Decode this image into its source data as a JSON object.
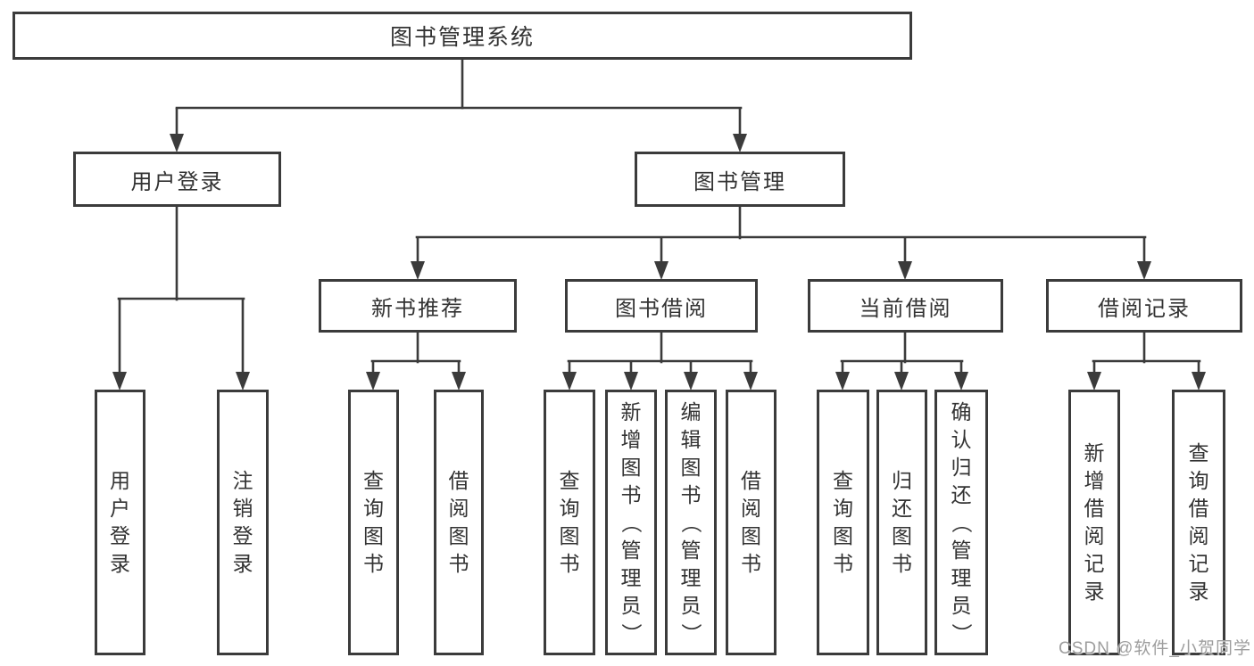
{
  "watermark": "CSDN @软件_小贺同学",
  "colors": {
    "line": "#3b3b3b",
    "text": "#333333",
    "box_background": "#ffffff",
    "page_background": "#ffffff",
    "watermark": "#9e9e9e"
  },
  "nodes": {
    "root": {
      "label": "图书管理系统"
    },
    "level2": [
      {
        "label": "用户登录"
      },
      {
        "label": "图书管理"
      }
    ],
    "level3": [
      {
        "label": "新书推荐",
        "parent": "图书管理"
      },
      {
        "label": "图书借阅",
        "parent": "图书管理"
      },
      {
        "label": "当前借阅",
        "parent": "图书管理"
      },
      {
        "label": "借阅记录",
        "parent": "图书管理"
      }
    ],
    "leaves": [
      {
        "label": "用户登录",
        "parent": "用户登录"
      },
      {
        "label": "注销登录",
        "parent": "用户登录"
      },
      {
        "label": "查询图书",
        "parent": "新书推荐"
      },
      {
        "label": "借阅图书",
        "parent": "新书推荐"
      },
      {
        "label": "查询图书",
        "parent": "图书借阅"
      },
      {
        "label": "新增图书（管理员）",
        "parent": "图书借阅"
      },
      {
        "label": "编辑图书（管理员）",
        "parent": "图书借阅"
      },
      {
        "label": "借阅图书",
        "parent": "图书借阅"
      },
      {
        "label": "查询图书",
        "parent": "当前借阅"
      },
      {
        "label": "归还图书",
        "parent": "当前借阅"
      },
      {
        "label": "确认归还（管理员）",
        "parent": "当前借阅"
      },
      {
        "label": "新增借阅记录",
        "parent": "借阅记录"
      },
      {
        "label": "查询借阅记录",
        "parent": "借阅记录"
      }
    ]
  }
}
